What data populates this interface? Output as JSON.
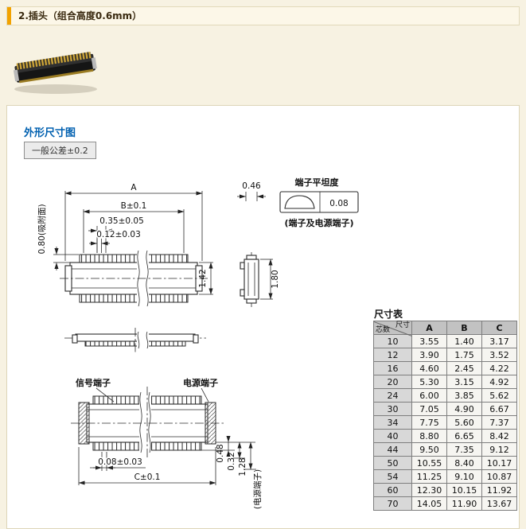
{
  "page": {
    "header_title": "2.插头（组合高度0.6mm）",
    "section_title": "外形尺寸图",
    "tolerance_note": "一般公差±0.2"
  },
  "drawing": {
    "top_view": {
      "dim_a": "A",
      "dim_b": "B±0.1",
      "dim_pitch": "0.35±0.05",
      "dim_pin": "0.12±0.03",
      "dim_suction_face": "0.80(吸附面)",
      "dim_height": "1.42"
    },
    "flatness": {
      "dim_terminal_width": "0.46",
      "label": "端子平坦度",
      "value": "0.08",
      "note": "(端子及电源端子)",
      "dim_side_height": "1.80"
    },
    "bottom_view": {
      "signal_label": "信号端子",
      "power_label": "电源端子",
      "dim_pin_width": "0.08±0.03",
      "dim_c": "C±0.1",
      "dim_048": "0.48",
      "dim_032": "0.32",
      "dim_128": "1.28",
      "power_note": "(电源端子)"
    }
  },
  "table": {
    "title": "尺寸表",
    "corner_top": "尺寸",
    "corner_bottom": "芯数",
    "columns": [
      "A",
      "B",
      "C"
    ],
    "rows": [
      [
        "10",
        "3.55",
        "1.40",
        "3.17"
      ],
      [
        "12",
        "3.90",
        "1.75",
        "3.52"
      ],
      [
        "16",
        "4.60",
        "2.45",
        "4.22"
      ],
      [
        "20",
        "5.30",
        "3.15",
        "4.92"
      ],
      [
        "24",
        "6.00",
        "3.85",
        "5.62"
      ],
      [
        "30",
        "7.05",
        "4.90",
        "6.67"
      ],
      [
        "34",
        "7.75",
        "5.60",
        "7.37"
      ],
      [
        "40",
        "8.80",
        "6.65",
        "8.42"
      ],
      [
        "44",
        "9.50",
        "7.35",
        "9.12"
      ],
      [
        "50",
        "10.55",
        "8.40",
        "10.17"
      ],
      [
        "54",
        "11.25",
        "9.10",
        "10.87"
      ],
      [
        "60",
        "12.30",
        "10.15",
        "11.92"
      ],
      [
        "70",
        "14.05",
        "11.90",
        "13.67"
      ]
    ]
  },
  "colors": {
    "page_bg": "#f7f2e2",
    "accent_orange": "#f2a200",
    "title_blue": "#0060b0",
    "table_header_bg": "#c2c2c2",
    "table_cores_bg": "#d8d8d8"
  }
}
